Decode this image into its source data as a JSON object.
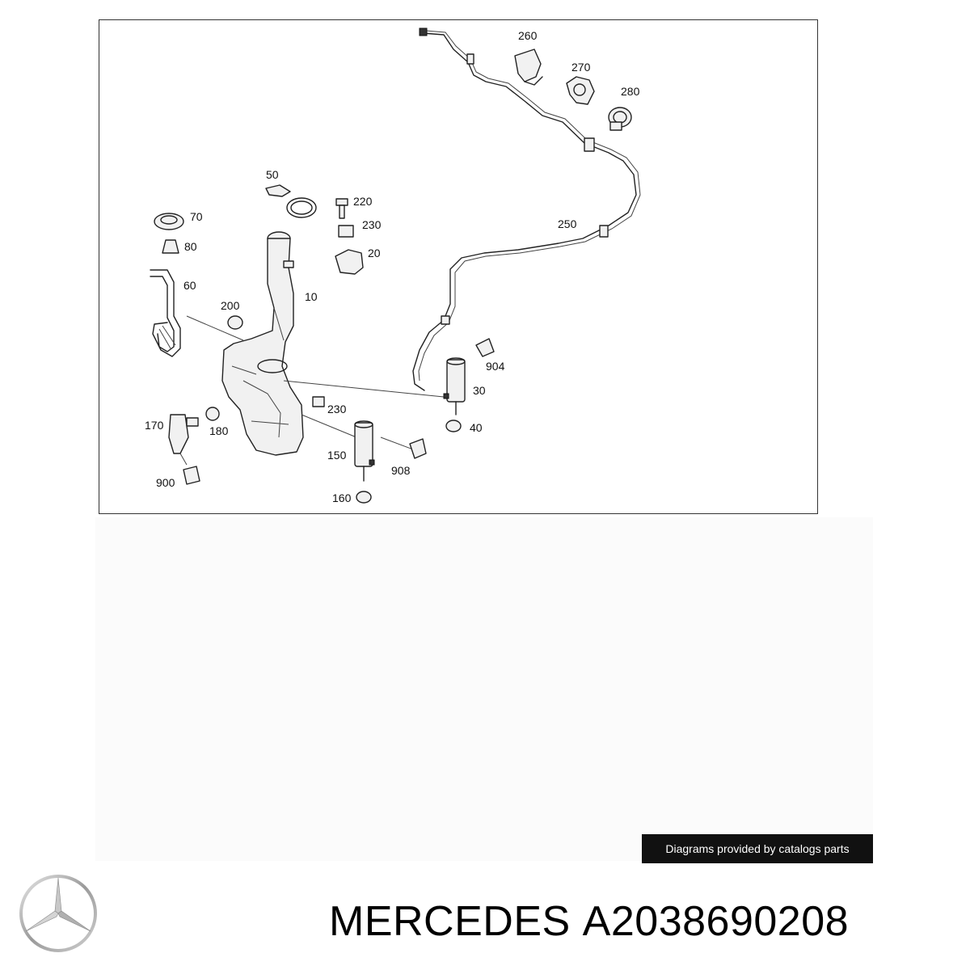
{
  "diagram": {
    "callouts": [
      "260",
      "270",
      "280",
      "50",
      "220",
      "230",
      "70",
      "80",
      "20",
      "60",
      "250",
      "10",
      "200",
      "904",
      "30",
      "230",
      "170",
      "180",
      "40",
      "150",
      "908",
      "900",
      "160"
    ]
  },
  "credit_text": "Diagrams provided by catalogs parts",
  "footer": {
    "brand": "MERCEDES",
    "part_number": "A2038690208",
    "logo_icon": "mercedes-star-logo"
  }
}
